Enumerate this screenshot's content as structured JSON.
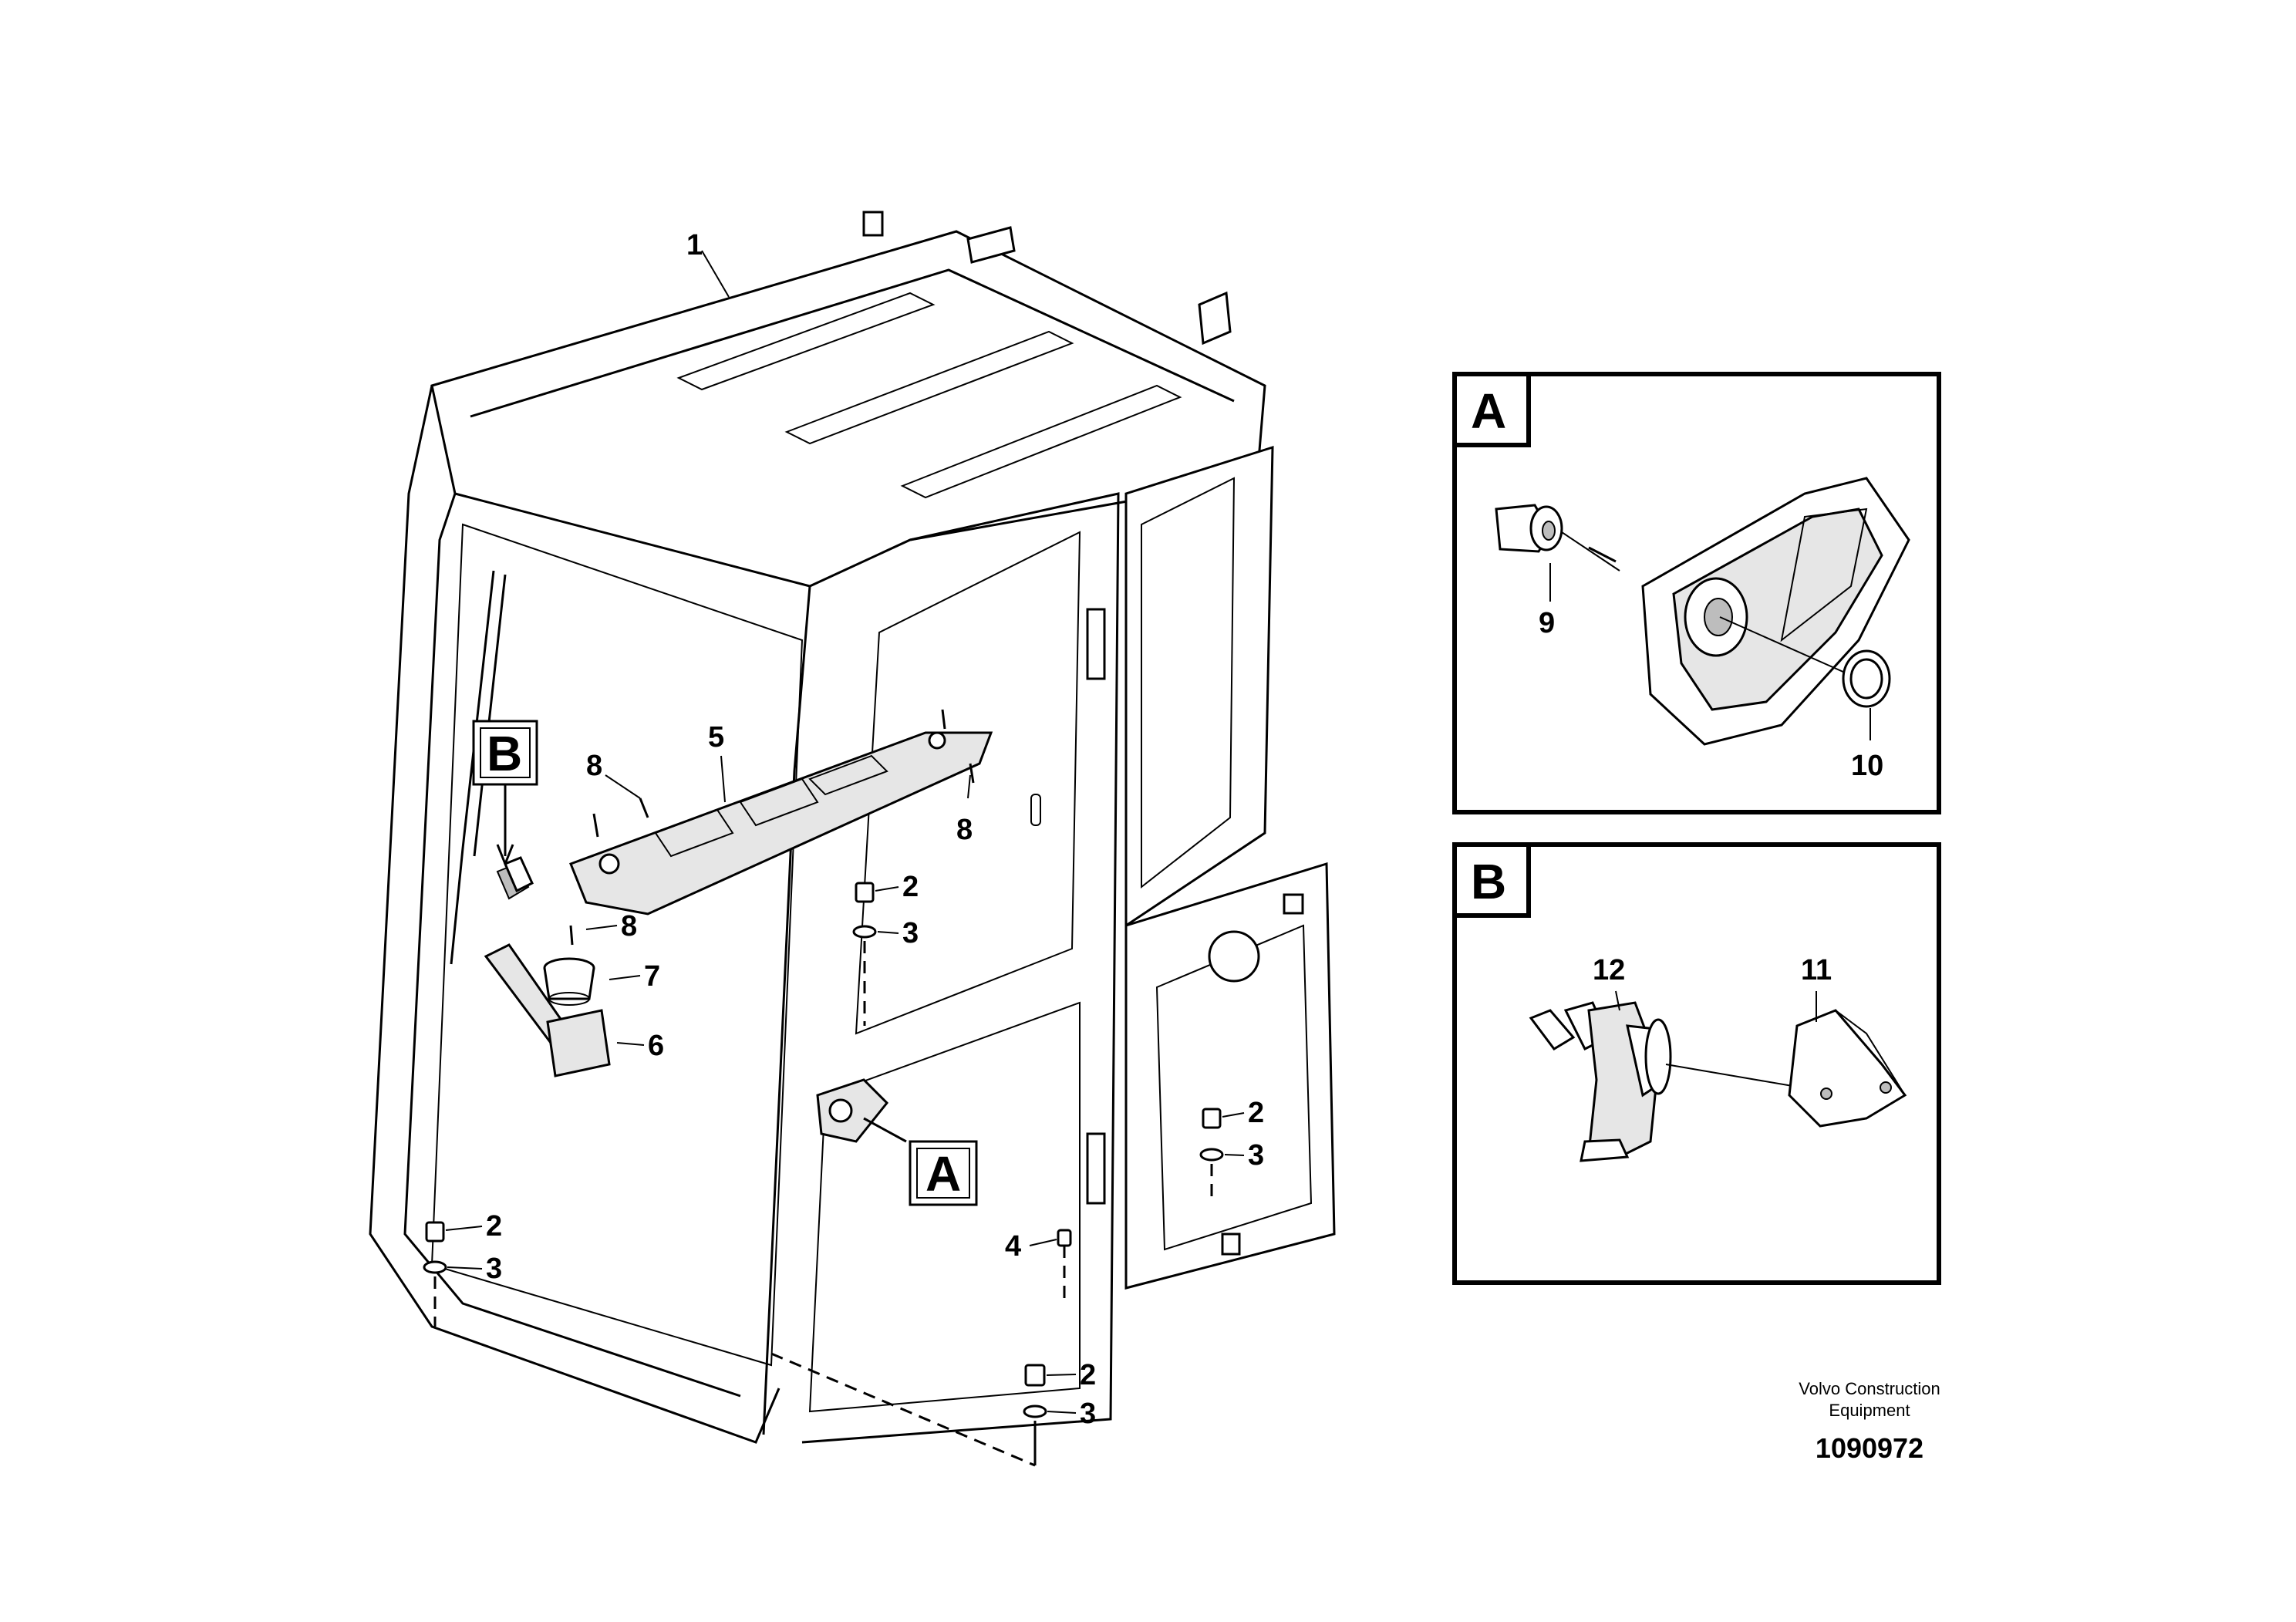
{
  "callouts": {
    "c1": "1",
    "c2a": "2",
    "c2b": "2",
    "c2c": "2",
    "c2d": "2",
    "c3a": "3",
    "c3b": "3",
    "c3c": "3",
    "c3d": "3",
    "c4": "4",
    "c5": "5",
    "c6": "6",
    "c7": "7",
    "c8a": "8",
    "c8b": "8",
    "c8c": "8",
    "c9": "9",
    "c10": "10",
    "c11": "11",
    "c12": "12"
  },
  "detail_tags": {
    "main_a": "A",
    "main_b": "B"
  },
  "detail_panels": {
    "panel_a": "A",
    "panel_b": "B"
  },
  "footer": {
    "company_line1": "Volvo Construction",
    "company_line2": "Equipment",
    "reference_number": "1090972"
  }
}
